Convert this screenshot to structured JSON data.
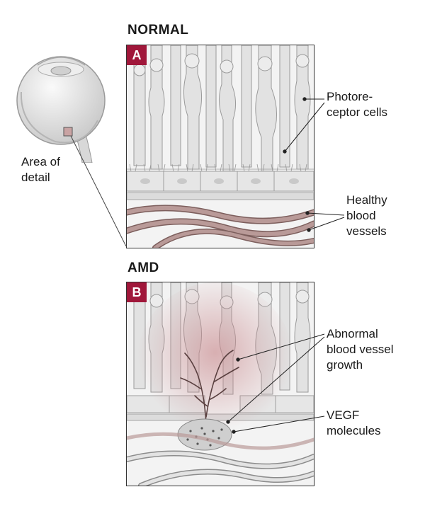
{
  "eye": {
    "area_label_line1": "Area of",
    "area_label_line2": "detail"
  },
  "panel_a": {
    "heading": "NORMAL",
    "badge": "A",
    "labels": {
      "photoreceptor_line1": "Photore-",
      "photoreceptor_line2": "ceptor cells",
      "vessels_line1": "Healthy",
      "vessels_line2": "blood",
      "vessels_line3": "vessels"
    }
  },
  "panel_b": {
    "heading": "AMD",
    "badge": "B",
    "labels": {
      "abnormal_line1": "Abnormal",
      "abnormal_line2": "blood vessel",
      "abnormal_line3": "growth",
      "vegf_line1": "VEGF",
      "vegf_line2": "molecules"
    }
  },
  "colors": {
    "badge": "#a0173a",
    "vessel": "#b99a98",
    "vessel_dark": "#7d5f5d",
    "cells": "#e2e2e2",
    "glow": "#c98a8e"
  }
}
